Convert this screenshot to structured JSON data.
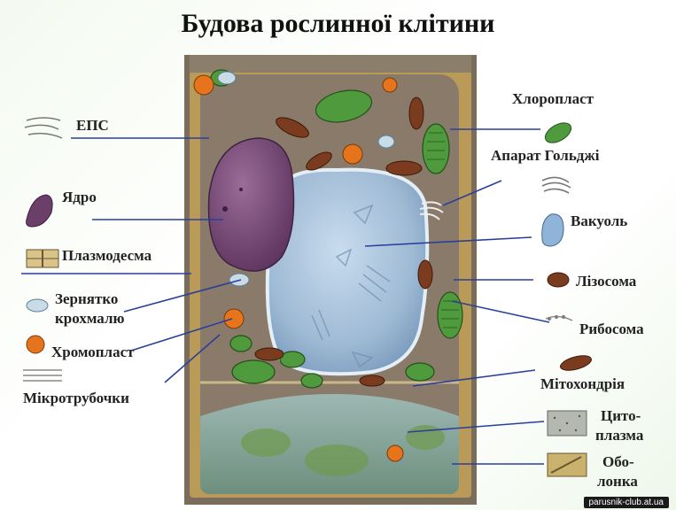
{
  "title": "Будова рослинної клітини",
  "labels_left": {
    "eps": "ЕПС",
    "nucleus": "Ядро",
    "plasmodesma": "Плазмодесма",
    "starch_line1": "Зернятко",
    "starch_line2": "крохмалю",
    "chromoplast": "Хромопласт",
    "microtubules": "Мікротрубочки"
  },
  "labels_right": {
    "chloroplast": "Хлоропласт",
    "golgi": "Апарат Гольджі",
    "vacuole": "Вакуоль",
    "lysosome": "Лізосома",
    "ribosome": "Рибосома",
    "mitochondria": "Мітохондрія",
    "cytoplasm_line1": "Цито-",
    "cytoplasm_line2": "плазма",
    "wall_line1": "Обо-",
    "wall_line2": "лонка"
  },
  "watermark": "parusnik-club.at.ua",
  "colors": {
    "pointer_line": "#2a3f9a",
    "cell_cytoplasm": "#8a7a6a",
    "cell_wall": "#b99a58",
    "vacuole": "#a9c4dc",
    "nucleus": "#7b4a74",
    "chloroplast": "#4f9a3c",
    "chromoplast": "#e5741c"
  }
}
